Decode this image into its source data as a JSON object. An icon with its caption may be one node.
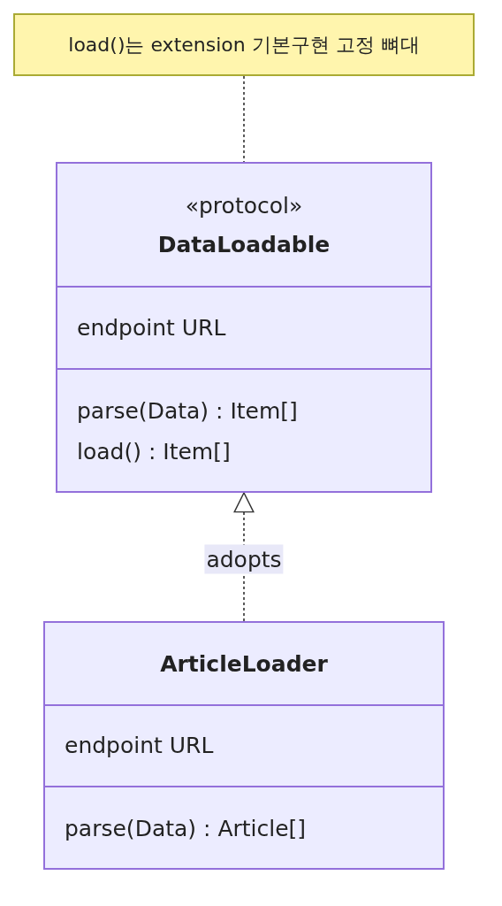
{
  "diagram": {
    "nodes": [
      {
        "text": [
          "load()는 extension 기본구현 고정 뼈대"
        ]
      },
      {
        "text": [
          "«protocol»",
          "DataLoadable",
          "endpoint URL",
          "parse(Data) : Item[]",
          "load() : Item[]"
        ]
      },
      {
        "text": [
          "ArticleLoader",
          "endpoint URL",
          "parse(Data) : Article[]"
        ]
      }
    ],
    "edges": [
      {
        "from": 0,
        "to": 1,
        "arrow": "none",
        "style": "dashed"
      },
      {
        "from": 2,
        "to": 1,
        "arrow": "to",
        "style": "dashed",
        "label": "adopts"
      }
    ]
  }
}
